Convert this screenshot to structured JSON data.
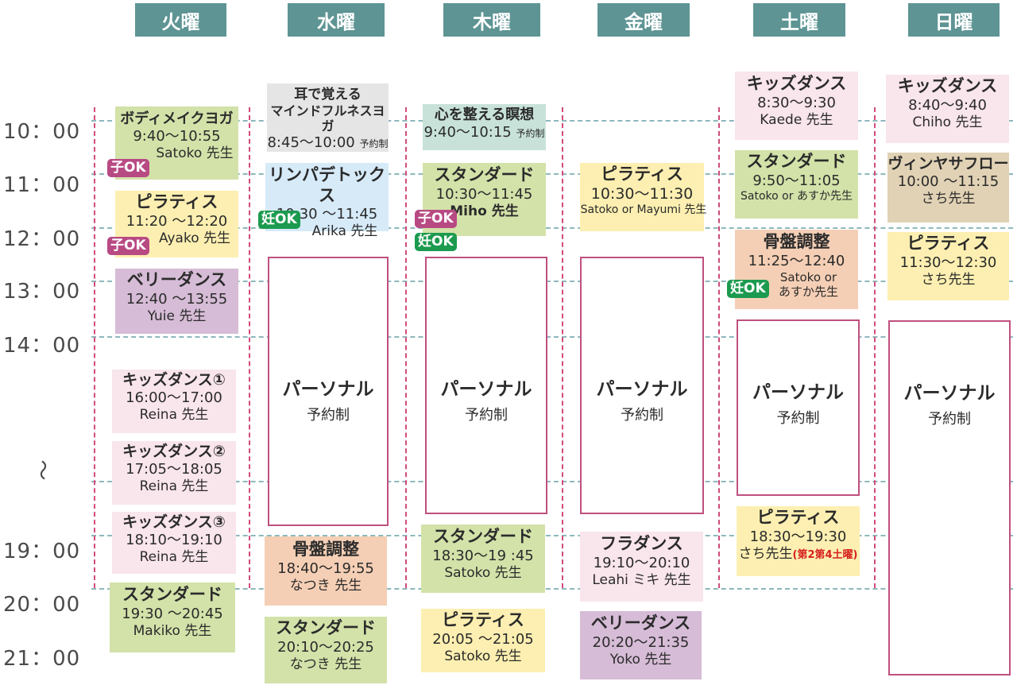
{
  "days": [
    "火曜",
    "水曜",
    "木曜",
    "金曜",
    "土曜",
    "日曜"
  ],
  "times": [
    "10：00",
    "11：00",
    "12：00",
    "13：00",
    "14：00",
    "〜",
    "19：00",
    "20：00",
    "21：00"
  ],
  "badges": {
    "child": "子OK",
    "preg": "妊OK"
  },
  "personal": {
    "title": "パーソナル",
    "sub": "予約制"
  },
  "tue": [
    {
      "title": "ボディメイクヨガ",
      "time": "9:40〜10:55",
      "teacher": "Satoko 先生"
    },
    {
      "title": "ピラティス",
      "time": "11:20 〜12:20",
      "teacher": "Ayako 先生"
    },
    {
      "title": "ベリーダンス",
      "time": "12:40 〜13:55",
      "teacher": "Yuie 先生"
    },
    {
      "title": "キッズダンス①",
      "time": "16:00〜17:00",
      "teacher": "Reina 先生"
    },
    {
      "title": "キッズダンス②",
      "time": "17:05〜18:05",
      "teacher": "Reina 先生"
    },
    {
      "title": "キッズダンス③",
      "time": "18:10〜19:10",
      "teacher": "Reina 先生"
    },
    {
      "title": "スタンダード",
      "time": "19:30 〜20:45",
      "teacher": "Makiko 先生"
    }
  ],
  "wed": [
    {
      "title1": "耳で覚える",
      "title2": "マインドフルネスヨガ",
      "time": "8:45〜10:00",
      "note": "予約制"
    },
    {
      "title": "リンパデトックス",
      "time": "10:30 〜11:45",
      "teacher": "Arika 先生"
    },
    {
      "title": "骨盤調整",
      "time": "18:40〜19:55",
      "teacher": "なつき 先生"
    },
    {
      "title": "スタンダード",
      "time": "20:10〜20:25",
      "teacher": "なつき 先生"
    }
  ],
  "thu": [
    {
      "title": "心を整える瞑想",
      "time": "9:40〜10:15",
      "note": "予約制"
    },
    {
      "title": "スタンダード",
      "time": "10:30〜11:45",
      "teacher": "Miho 先生"
    },
    {
      "title": "スタンダード",
      "time": "18:30〜19 :45",
      "teacher": "Satoko 先生"
    },
    {
      "title": "ピラティス",
      "time": "20:05 〜21:05",
      "teacher": "Satoko 先生"
    }
  ],
  "fri": [
    {
      "title": "ピラティス",
      "time": "10:30〜11:30",
      "teacher": "Satoko or Mayumi 先生"
    },
    {
      "title": "フラダンス",
      "time": "19:10〜20:10",
      "teacher": "Leahi ミキ 先生"
    },
    {
      "title": "ベリーダンス",
      "time": "20:20〜21:35",
      "teacher": "Yoko 先生"
    }
  ],
  "sat": [
    {
      "title": "キッズダンス",
      "time": "8:30〜9:30",
      "teacher": "Kaede 先生"
    },
    {
      "title": "スタンダード",
      "time": "9:50〜11:05",
      "teacher": "Satoko or あすか先生"
    },
    {
      "title": "骨盤調整",
      "time": "11:25〜12:40",
      "teacher1": "Satoko or",
      "teacher2": "あすか先生"
    },
    {
      "title": "ピラティス",
      "time": "18:30〜19:30",
      "teacher": "さち先生",
      "note": "(第2第4土曜)"
    }
  ],
  "sun": [
    {
      "title": "キッズダンス",
      "time": "8:40〜9:40",
      "teacher": "Chiho 先生"
    },
    {
      "title": "ヴィンヤサフロー",
      "time": "10:00 〜11:15",
      "teacher": "さち先生"
    },
    {
      "title": "ピラティス",
      "time": "11:30〜12:30",
      "teacher": "さち先生"
    }
  ]
}
